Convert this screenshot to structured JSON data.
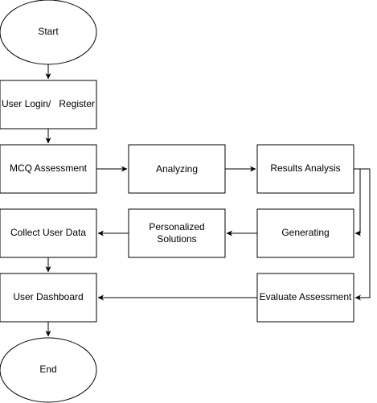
{
  "nodes": {
    "start": "Start",
    "login": "User Login/   Register",
    "mcq": "MCQ Assessment",
    "analyzing": "Analyzing",
    "results": "Results Analysis",
    "collect": "Collect User Data",
    "personalized_line1": "Personalized",
    "personalized_line2": "Solutions",
    "generating": "Generating",
    "dashboard": "User Dashboard",
    "evaluate": "Evaluate Assessment",
    "end": "End"
  },
  "colors": {
    "stroke": "#000000",
    "fill": "#ffffff",
    "text": "#000000"
  }
}
